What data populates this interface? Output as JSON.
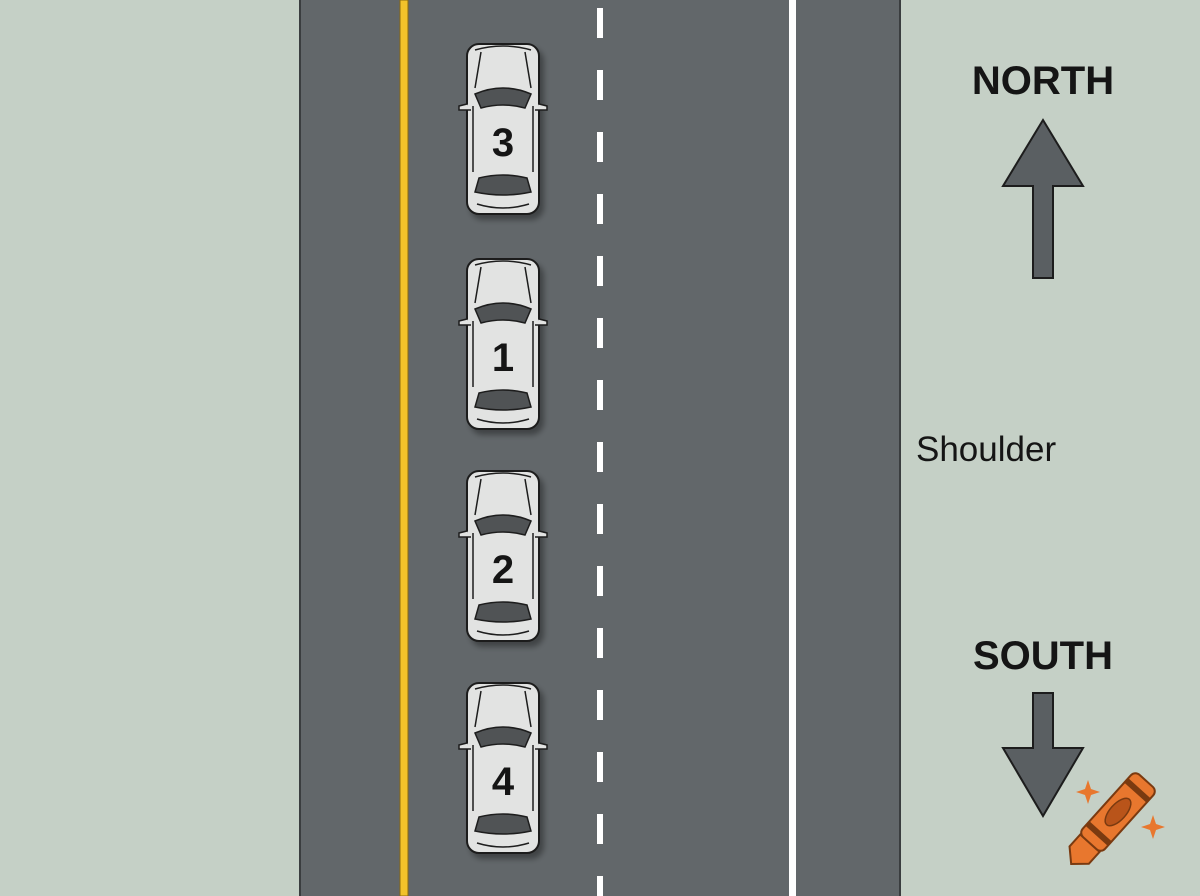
{
  "labels": {
    "north": "NORTH",
    "south": "SOUTH",
    "shoulder": "Shoulder"
  },
  "cars": [
    {
      "number": "3"
    },
    {
      "number": "1"
    },
    {
      "number": "2"
    },
    {
      "number": "4"
    }
  ],
  "colors": {
    "ground": "#c5d0c6",
    "road": "#62676a",
    "center_line": "#f2c22a",
    "lane_marking": "#ffffff",
    "car_body": "#e2e3e2",
    "car_outline": "#1d1d1d",
    "arrow_fill": "#5a5f62",
    "crayon": "#e8772e"
  },
  "icons": [
    "north-arrow-icon",
    "south-arrow-icon",
    "crayon-icon",
    "sparkle-icon"
  ]
}
